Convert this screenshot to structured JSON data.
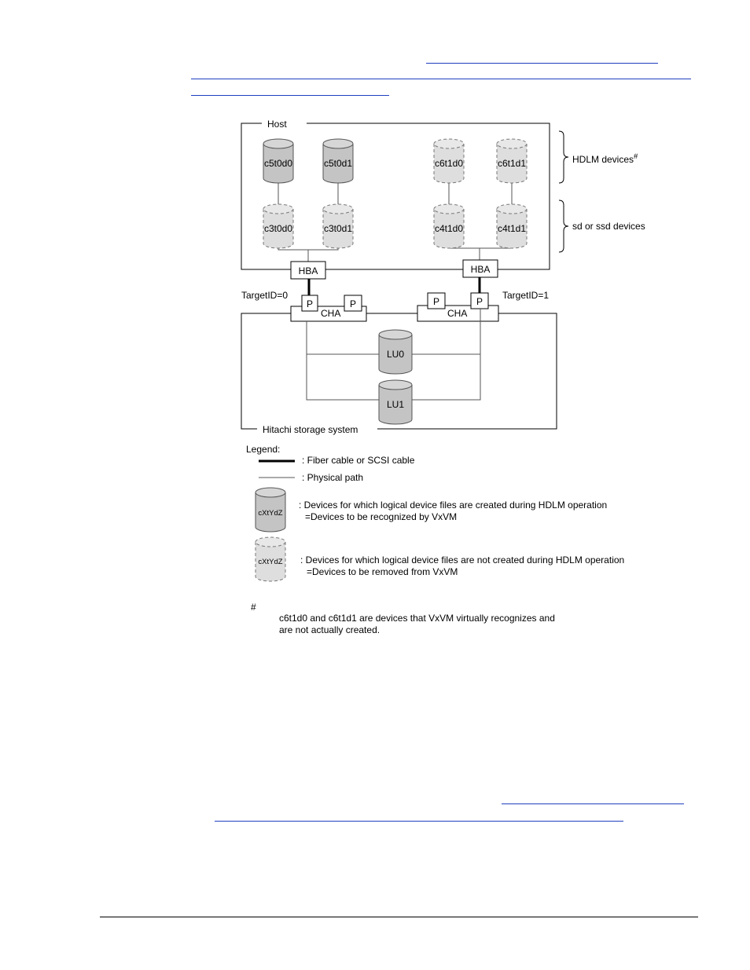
{
  "diagram": {
    "host_label": "Host",
    "storage_label": "Hitachi storage system",
    "hdlm_devices_label": "HDLM devices",
    "hdlm_devices_mark": "#",
    "sd_devices_label": "sd or ssd devices",
    "hba_left": "HBA",
    "hba_right": "HBA",
    "target_left": "TargetID=0",
    "target_right": "TargetID=1",
    "port_label": "P",
    "cha_left": "CHA",
    "cha_right": "CHA",
    "devices_top": [
      "c5t0d0",
      "c5t0d1",
      "c6t1d0",
      "c6t1d1"
    ],
    "devices_bottom": [
      "c3t0d0",
      "c3t0d1",
      "c4t1d0",
      "c4t1d1"
    ],
    "lu": [
      "LU0",
      "LU1"
    ]
  },
  "legend": {
    "title": "Legend:",
    "fiber": ": Fiber cable or SCSI cable",
    "physical": ": Physical path",
    "device_icon_label": "cXtYdZ",
    "created_line1": ": Devices for which logical device files are created during HDLM operation",
    "created_line2": "=Devices to be recognized by VxVM",
    "not_created_line1": ": Devices for which logical device files are not created during HDLM operation",
    "not_created_line2": "=Devices to be removed from VxVM"
  },
  "note": {
    "mark": "#",
    "line1": "c6t1d0 and c6t1d1 are devices that VxVM virtually recognizes and",
    "line2": "are not actually created."
  },
  "colors": {
    "solid_cylinder": "#c4c4c4",
    "dashed_cylinder": "#dedede",
    "link": "#1f3fbf"
  }
}
